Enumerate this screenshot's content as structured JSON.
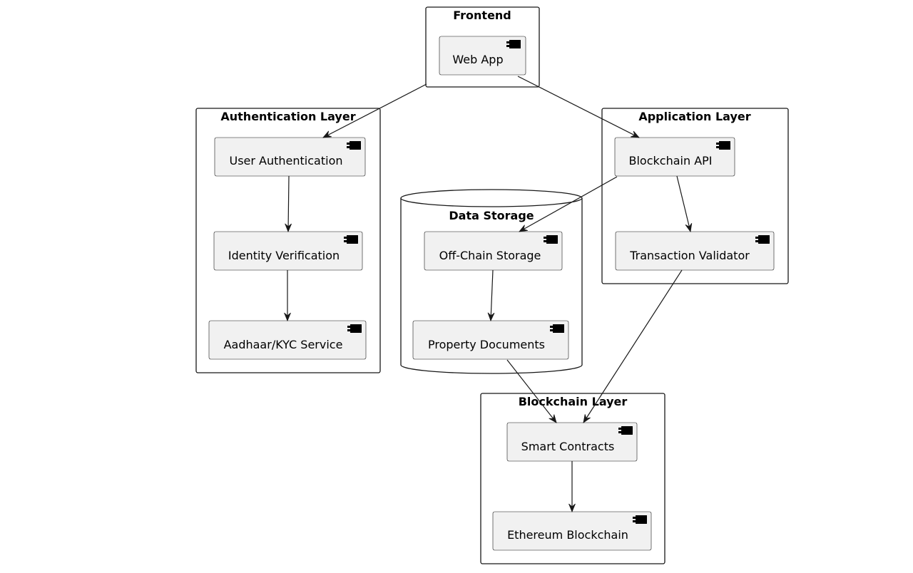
{
  "colors": {
    "component_fill": "#F1F1F1",
    "stroke": "#181818",
    "background": "#FFFFFF"
  },
  "packages": {
    "frontend": {
      "title": "Frontend"
    },
    "auth": {
      "title": "Authentication Layer"
    },
    "app": {
      "title": "Application Layer"
    },
    "storage": {
      "title": "Data Storage",
      "shape": "database"
    },
    "blockchain": {
      "title": "Blockchain Layer"
    }
  },
  "components": {
    "web_app": {
      "label": "Web App",
      "icon": "component-icon"
    },
    "user_auth": {
      "label": "User Authentication",
      "icon": "component-icon"
    },
    "identity": {
      "label": "Identity Verification",
      "icon": "component-icon"
    },
    "kyc": {
      "label": "Aadhaar/KYC Service",
      "icon": "component-icon"
    },
    "offchain": {
      "label": "Off-Chain Storage",
      "icon": "component-icon"
    },
    "property_docs": {
      "label": "Property Documents",
      "icon": "component-icon"
    },
    "blockchain_api": {
      "label": "Blockchain API",
      "icon": "component-icon"
    },
    "tx_validator": {
      "label": "Transaction Validator",
      "icon": "component-icon"
    },
    "smart_contracts": {
      "label": "Smart Contracts",
      "icon": "component-icon"
    },
    "ethereum": {
      "label": "Ethereum Blockchain",
      "icon": "component-icon"
    }
  },
  "edges": [
    {
      "from": "web_app",
      "to": "user_auth"
    },
    {
      "from": "web_app",
      "to": "blockchain_api"
    },
    {
      "from": "user_auth",
      "to": "identity"
    },
    {
      "from": "identity",
      "to": "kyc"
    },
    {
      "from": "blockchain_api",
      "to": "offchain"
    },
    {
      "from": "blockchain_api",
      "to": "tx_validator"
    },
    {
      "from": "offchain",
      "to": "property_docs"
    },
    {
      "from": "property_docs",
      "to": "smart_contracts"
    },
    {
      "from": "tx_validator",
      "to": "smart_contracts"
    },
    {
      "from": "smart_contracts",
      "to": "ethereum"
    }
  ]
}
